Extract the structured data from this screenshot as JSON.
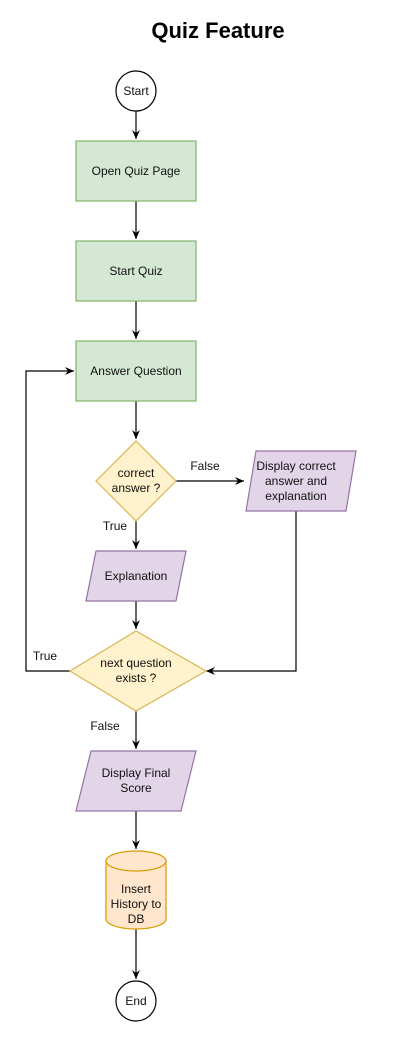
{
  "title": "Quiz Feature",
  "nodes": {
    "start": {
      "label": "Start"
    },
    "open_quiz_page": {
      "label": "Open Quiz Page"
    },
    "start_quiz": {
      "label": "Start Quiz"
    },
    "answer_question": {
      "label": "Answer Question"
    },
    "correct_answer": {
      "line1": "correct",
      "line2": "answer ?"
    },
    "display_correct": {
      "line1": "Display correct",
      "line2": "answer and",
      "line3": "explanation"
    },
    "explanation": {
      "label": "Explanation"
    },
    "next_question": {
      "line1": "next question",
      "line2": "exists ?"
    },
    "display_score": {
      "line1": "Display Final",
      "line2": "Score"
    },
    "insert_history": {
      "line1": "Insert",
      "line2": "History to",
      "line3": "DB"
    },
    "end": {
      "label": "End"
    }
  },
  "edge_labels": {
    "correct_false": "False",
    "correct_true": "True",
    "next_true": "True",
    "next_false": "False"
  },
  "colors": {
    "process_fill": "#d5e8d4",
    "process_stroke": "#82b366",
    "decision_fill": "#fff2cc",
    "decision_stroke": "#d6b656",
    "io_fill": "#e1d5e7",
    "io_stroke": "#9673a6",
    "db_fill": "#ffe6cc",
    "db_stroke": "#d79b00",
    "line": "#000000"
  }
}
